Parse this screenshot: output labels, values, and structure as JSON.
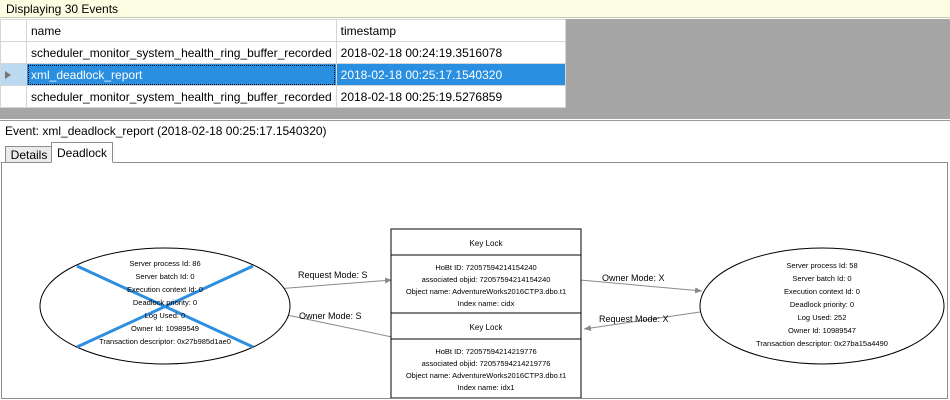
{
  "banner": {
    "text": "Displaying 30 Events"
  },
  "grid": {
    "columns": [
      "",
      "name",
      "timestamp"
    ],
    "rows": [
      {
        "marker": "",
        "name": "scheduler_monitor_system_health_ring_buffer_recorded",
        "timestamp": "2018-02-18 00:24:19.3516078",
        "selected": false
      },
      {
        "marker": "▶",
        "name": "xml_deadlock_report",
        "timestamp": "2018-02-18 00:25:17.1540320",
        "selected": true
      },
      {
        "marker": "",
        "name": "scheduler_monitor_system_health_ring_buffer_recorded",
        "timestamp": "2018-02-18 00:25:19.5276859",
        "selected": false
      }
    ]
  },
  "event": {
    "label": "Event: xml_deadlock_report (2018-02-18 00:25:17.1540320)"
  },
  "tabs": [
    {
      "label": "Details",
      "active": false
    },
    {
      "label": "Deadlock",
      "active": true
    }
  ],
  "deadlock_graph": {
    "victim_color": "#2e8fe0",
    "nodes": {
      "process_left": {
        "kind": "process-ellipse",
        "is_victim": true,
        "lines": [
          "Server process Id: 86",
          "Server batch Id: 0",
          "Execution context Id: 0",
          "Deadlock priority: 0",
          "Log Used: 0",
          "Owner Id: 10989549",
          "Transaction descriptor: 0x27b985d1ae0"
        ]
      },
      "process_right": {
        "kind": "process-ellipse",
        "is_victim": false,
        "lines": [
          "Server process Id: 58",
          "Server batch Id: 0",
          "Execution context Id: 0",
          "Deadlock priority: 0",
          "Log Used: 252",
          "Owner Id: 10989547",
          "Transaction descriptor: 0x27ba15a4490"
        ]
      },
      "resource_top": {
        "kind": "resource-box",
        "title": "Key Lock",
        "lines": [
          "HoBt ID: 72057594214154240",
          "associated objid: 72057594214154240",
          "Object name: AdventureWorks2016CTP3.dbo.t1",
          "Index name: cidx"
        ]
      },
      "resource_bottom": {
        "kind": "resource-box",
        "title": "Key Lock",
        "lines": [
          "HoBt ID: 72057594214219776",
          "associated objid: 72057594214219776",
          "Object name: AdventureWorks2016CTP3.dbo.t1",
          "Index name: idx1"
        ]
      }
    },
    "edges": [
      {
        "id": "e1",
        "label": "Request Mode: S",
        "from": "process_left",
        "to": "resource_top"
      },
      {
        "id": "e2",
        "label": "Owner Mode: X",
        "from": "resource_top",
        "to": "process_right"
      },
      {
        "id": "e3",
        "label": "Owner Mode: S",
        "from": "resource_bottom",
        "to": "process_left"
      },
      {
        "id": "e4",
        "label": "Request Mode: X",
        "from": "process_right",
        "to": "resource_bottom"
      }
    ]
  }
}
